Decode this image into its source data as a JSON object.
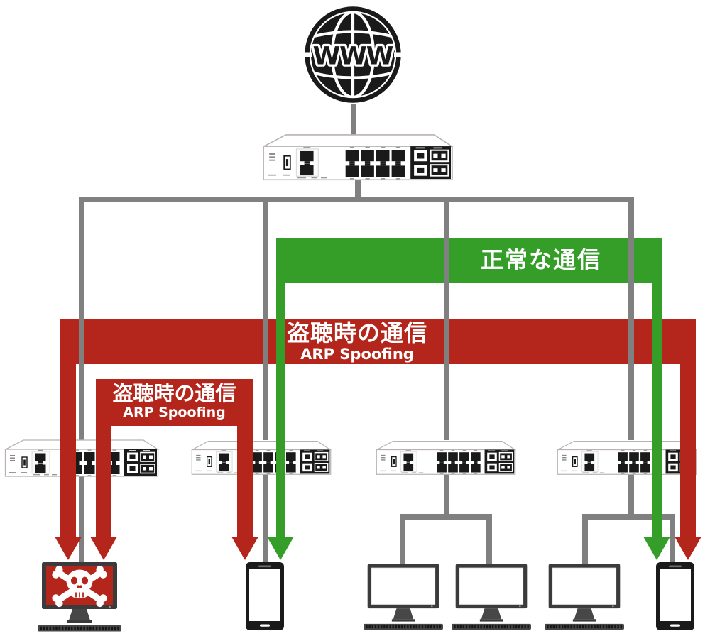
{
  "diagram": {
    "type": "network-topology-arp-spoofing",
    "internet": {
      "icon": "www-globe-icon",
      "label": "WWW"
    },
    "flows": {
      "normal": {
        "label": "正常な通信",
        "color": "#359E28"
      },
      "eavesdrop_main": {
        "label": "盗聴時の通信",
        "sublabel": "ARP Spoofing",
        "color": "#B4251B"
      },
      "eavesdrop_local": {
        "label": "盗聴時の通信",
        "sublabel": "ARP Spoofing",
        "color": "#B4251B"
      }
    },
    "colors": {
      "line_gray": "#808080",
      "device_dark": "#3B3B3B",
      "port_black": "#1A1A1A",
      "screen_red": "#B4251B",
      "white": "#FFFFFF"
    },
    "nodes": {
      "core_switch": {
        "icon": "network-switch-icon"
      },
      "edge_switches": [
        {
          "icon": "network-switch-icon"
        },
        {
          "icon": "network-switch-icon"
        },
        {
          "icon": "network-switch-icon"
        },
        {
          "icon": "network-switch-icon"
        }
      ],
      "endpoints": [
        {
          "icon": "attacker-computer-icon",
          "overlay": "skull-crossbones-icon"
        },
        {
          "icon": "smartphone-icon"
        },
        {
          "icon": "desktop-computer-icon"
        },
        {
          "icon": "desktop-computer-icon"
        },
        {
          "icon": "desktop-computer-icon"
        },
        {
          "icon": "smartphone-icon"
        }
      ]
    }
  }
}
